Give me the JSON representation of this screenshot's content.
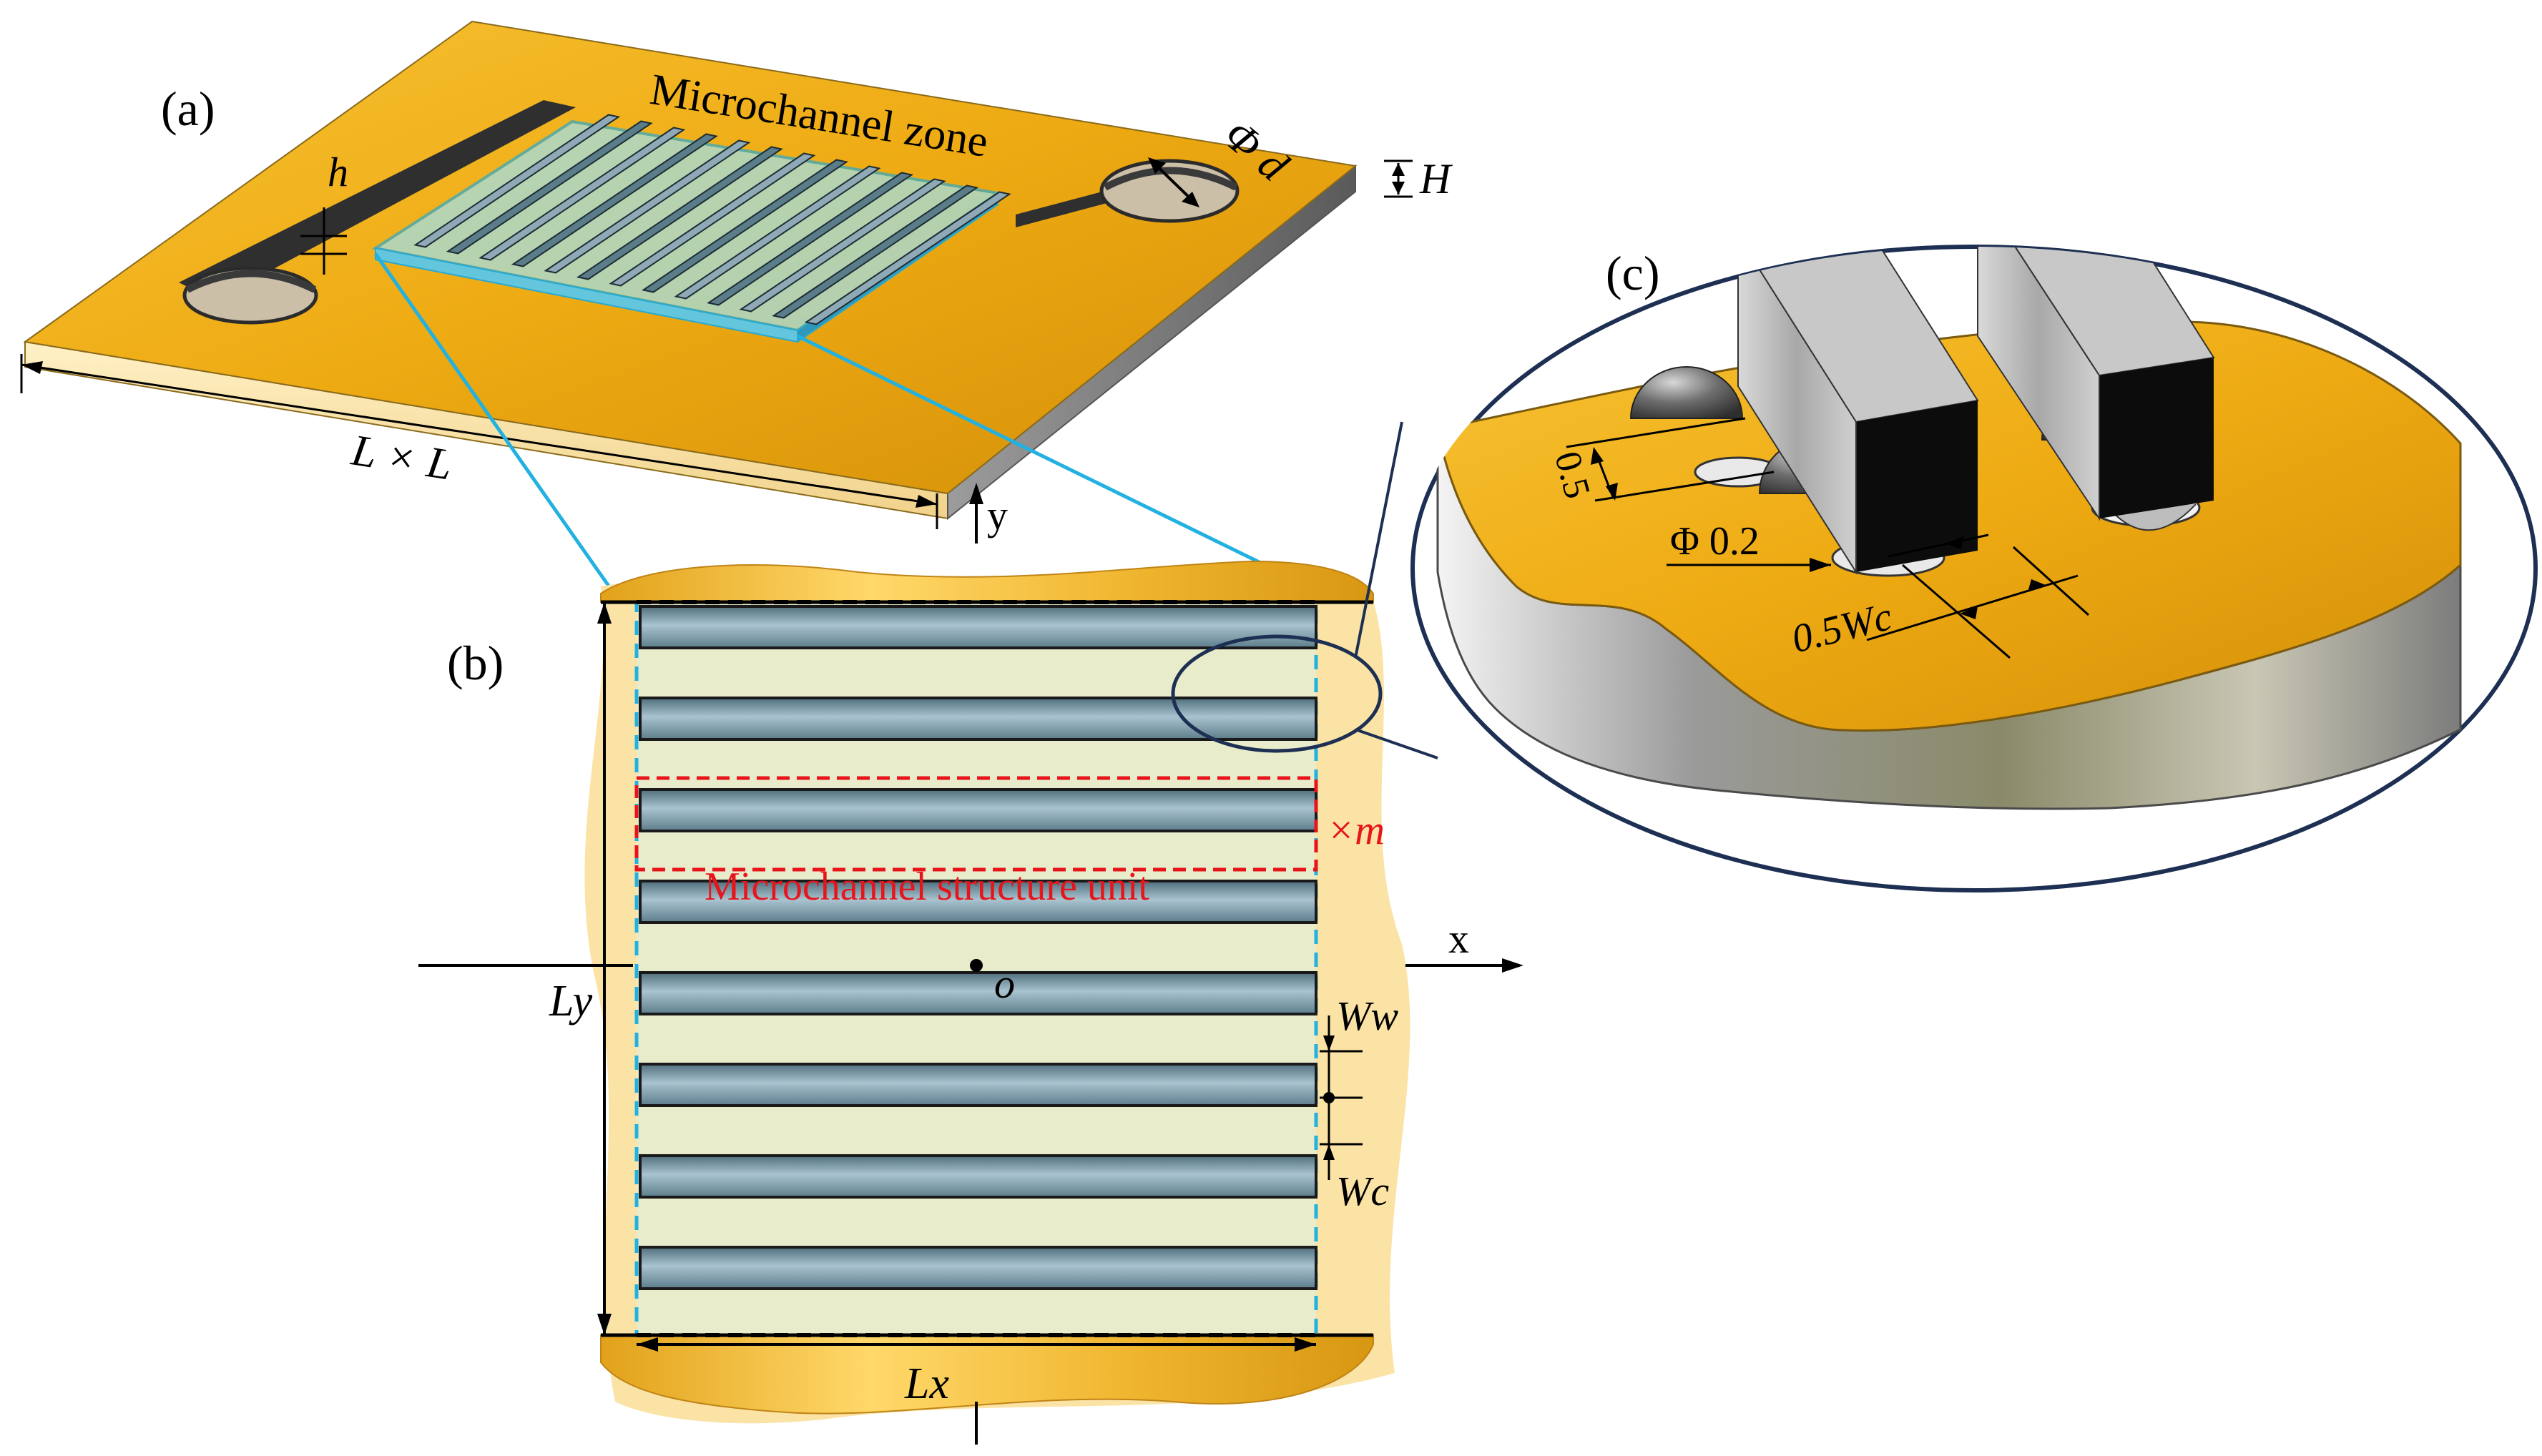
{
  "panel_a": {
    "label": "(a)",
    "zone_label": "Microchannel zone",
    "dim_h": "h",
    "dim_diameter": "Φ d",
    "dim_H": "H",
    "dim_LxL": "L × L"
  },
  "panel_b": {
    "label": "(b)",
    "axis_x": "x",
    "axis_y": "y",
    "origin": "o",
    "dim_Ly": "Ly",
    "dim_Lx": "Lx",
    "dim_Ww": "Ww",
    "dim_Wc": "Wc",
    "repeat_label": "×m",
    "unit_label": "Microchannel structure unit",
    "channel_count": 8
  },
  "panel_c": {
    "label": "(c)",
    "dim_05": "0.5",
    "dim_phi": "Φ 0.2",
    "dim_05wc": "0.5Wc"
  },
  "colors": {
    "gold": "#f2b21c",
    "gold_dark": "#c68a0c",
    "cream": "#fbe3a6",
    "channel": "#7a9aa8",
    "glass": "#8fdff0",
    "cyan_line": "#22b1e0",
    "red": "#e8141b",
    "navy": "#1d2f52"
  }
}
